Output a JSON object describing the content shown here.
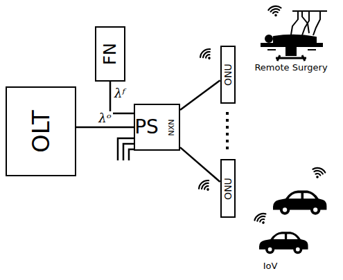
{
  "diagram": {
    "nodes": [
      {
        "text": [
          "OLT"
        ]
      },
      {
        "text": [
          "FN"
        ]
      },
      {
        "text": [
          "PS",
          "NXN"
        ]
      },
      {
        "text": [
          "ONU"
        ]
      },
      {
        "text": [
          "ONU"
        ]
      }
    ],
    "edges": [
      {
        "from": 0,
        "to": 2,
        "arrow": "none",
        "label": "λᵒ"
      },
      {
        "from": 1,
        "to": 2,
        "arrow": "none",
        "label": "λᶠ"
      },
      {
        "from": 2,
        "to": 3,
        "arrow": "none"
      },
      {
        "from": 2,
        "to": 4,
        "arrow": "none"
      }
    ],
    "labels": [
      "Remote Surgery",
      "IoV"
    ]
  }
}
